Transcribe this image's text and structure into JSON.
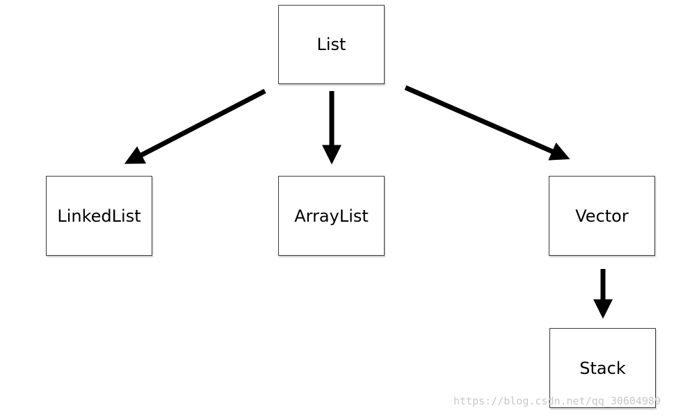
{
  "diagram": {
    "nodes": {
      "list": "List",
      "linked_list": "LinkedList",
      "array_list": "ArrayList",
      "vector": "Vector",
      "stack": "Stack"
    },
    "edges": [
      {
        "from": "List",
        "to": "LinkedList"
      },
      {
        "from": "List",
        "to": "ArrayList"
      },
      {
        "from": "List",
        "to": "Vector"
      },
      {
        "from": "Vector",
        "to": "Stack"
      }
    ],
    "arrow_color": "#000000",
    "box_border_color": "#3b3b3b"
  },
  "watermark": {
    "text": "https://blog.csdn.net/qq_30604989"
  }
}
